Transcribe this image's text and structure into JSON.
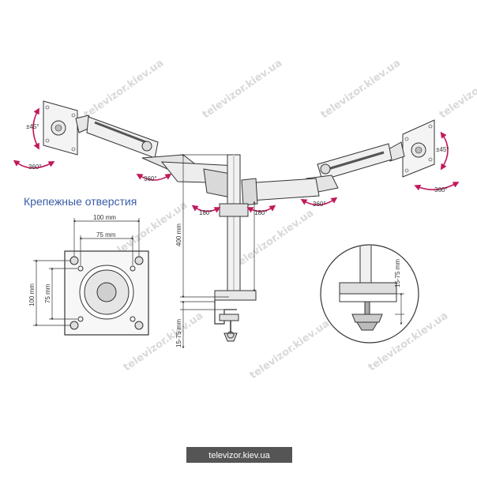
{
  "heading": "Крепежные отверстия",
  "watermark": "televizor.kiev.ua",
  "footer_site": "televizor.kiev.ua",
  "rotation_left": {
    "tilt": "±45°",
    "swivel": "360°"
  },
  "rotation_right": {
    "tilt": "±45°",
    "swivel": "360°"
  },
  "arm_swivel_left": "360°",
  "arm_swivel_right": "360°",
  "arm_base_left": "180°",
  "arm_base_right": "180°",
  "pole_height": "400 mm",
  "clamp_range": "15-75 mm",
  "detail_clamp_range": "15-75 mm",
  "vesa": {
    "outer_h": "100 mm",
    "inner_h": "75 mm",
    "outer_v": "100 mm",
    "inner_v": "75 mm"
  },
  "colors": {
    "accent": "#c2185b",
    "heading": "#3a5ba8",
    "line": "#333333",
    "footer_bg": "#555555"
  }
}
